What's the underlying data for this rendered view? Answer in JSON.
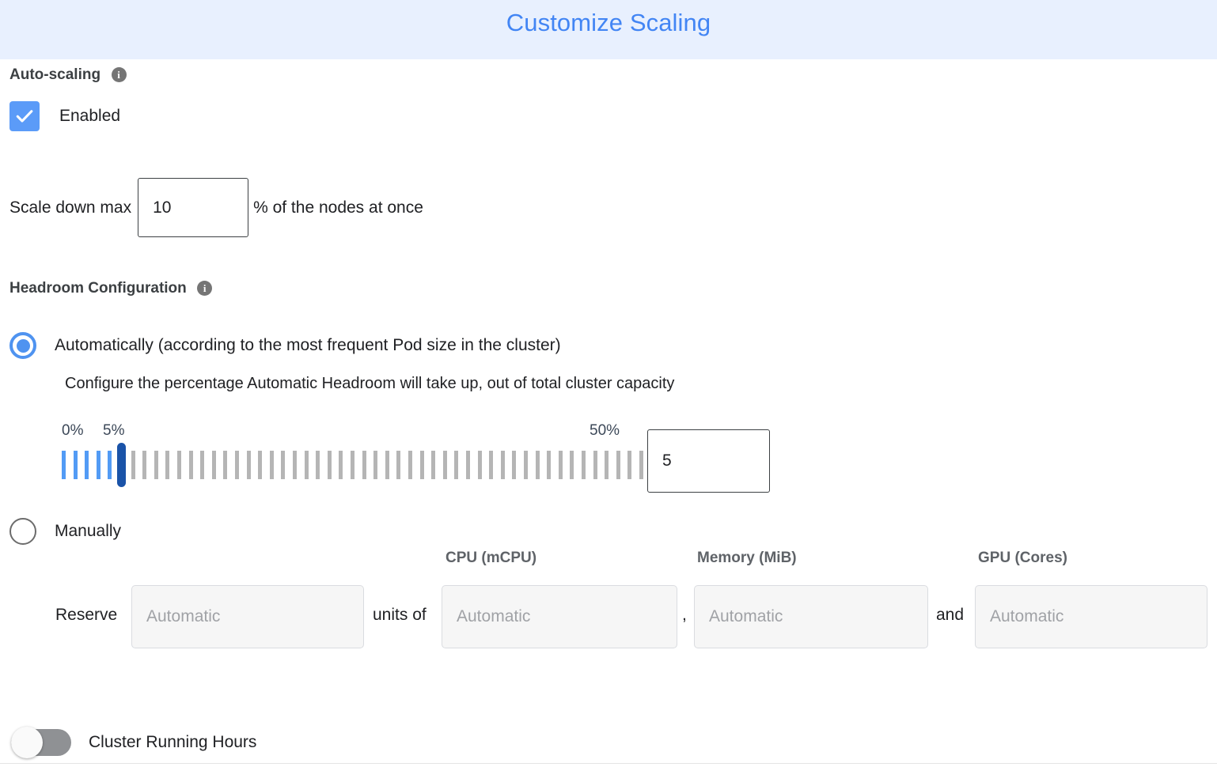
{
  "header": {
    "title": "Customize Scaling",
    "title_color": "#4285f4",
    "background_color": "#e8f0fe"
  },
  "autoscaling": {
    "label": "Auto-scaling",
    "info_icon": "info-icon",
    "info_glyph": "i",
    "checkbox": {
      "label": "Enabled",
      "checked": true,
      "color": "#5b9bf8"
    }
  },
  "scale_down": {
    "prefix": "Scale down max",
    "value": "10",
    "suffix": "% of the nodes at once"
  },
  "headroom": {
    "label": "Headroom Configuration",
    "info_icon": "info-icon",
    "info_glyph": "i",
    "options": [
      {
        "label": "Automatically (according to the most frequent Pod size in the cluster)",
        "description": "Configure the percentage Automatic Headroom will take up, out of total cluster capacity",
        "selected": true
      },
      {
        "label": "Manually",
        "selected": false
      }
    ],
    "slider": {
      "min_label": "0%",
      "current_label": "5%",
      "max_label": "50%",
      "min": 0,
      "max": 50,
      "value": 5,
      "tick_count": 51,
      "active_color": "#529bf5",
      "inactive_color": "#b5b5b5",
      "thumb_color": "#1a53a8",
      "label_color": "#3c4858"
    },
    "slider_value_input": "5"
  },
  "reserve": {
    "label": "Reserve",
    "columns": [
      {
        "header": "",
        "placeholder": "Automatic"
      },
      {
        "header": "CPU (mCPU)",
        "placeholder": "Automatic"
      },
      {
        "header": "Memory (MiB)",
        "placeholder": "Automatic"
      },
      {
        "header": "GPU (Cores)",
        "placeholder": "Automatic"
      }
    ],
    "separator_units_of": "units of",
    "separator_comma": ",",
    "separator_and": "and"
  },
  "cluster_running_hours": {
    "label": "Cluster Running Hours",
    "enabled": false
  }
}
